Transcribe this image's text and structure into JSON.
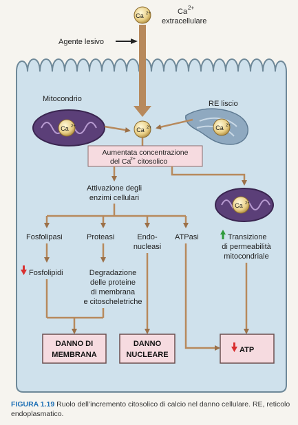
{
  "ca_ion": "Ca",
  "ca_sup": "2+",
  "extracellular_label": "extracellulare",
  "agente_lesivo": "Agente lesivo",
  "mitocondrio_label": "Mitocondrio",
  "re_label": "RE liscio",
  "concentration_box": {
    "line1": "Aumentata concentrazione",
    "line2_prefix": "del Ca",
    "line2_suffix": " citosolico"
  },
  "activation": {
    "line1": "Attivazione degli",
    "line2": "enzimi cellulari"
  },
  "enzymes": {
    "fosfolipasi": "Fosfolipasi",
    "proteasi": "Proteasi",
    "endo_line1": "Endo-",
    "endo_line2": "nucleasi",
    "atpasi": "ATPasi"
  },
  "transition": {
    "line1": "Transizione",
    "line2": "di permeabilità",
    "line3": "mitocondriale"
  },
  "fosfolipidi": "Fosfolipidi",
  "degradation": [
    "Degradazione",
    "delle proteine",
    "di membrana",
    "e citoscheletriche"
  ],
  "outcomes": {
    "membrane_line1": "DANNO DI",
    "membrane_line2": "MEMBRANA",
    "nuclear_line1": "DANNO",
    "nuclear_line2": "NUCLEARE",
    "atp": "ATP"
  },
  "caption": {
    "figure": "FIGURA 1.19",
    "text": " Ruolo dell’incremento citosolico di calcio nel danno cellulare. RE, reticolo endoplasmatico."
  },
  "colors": {
    "cell_fill": "#cfe1ec",
    "arrow": "#b7895c",
    "box_fill": "#f6dbe0",
    "mito_fill": "#5b3f78",
    "er_fill": "#8fa9c0",
    "caption_blue": "#1d6fb5"
  },
  "icons": {
    "up_arrow": "green-up-arrow-icon",
    "down_arrow": "red-down-arrow-icon"
  }
}
